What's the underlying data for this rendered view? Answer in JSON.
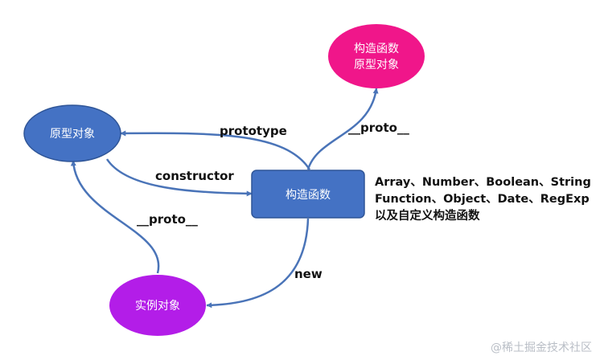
{
  "colors": {
    "edge": "#4a74b8",
    "blue_node": "#4472c4",
    "blue_node_border": "#2f5597",
    "pink_node": "#f0168a",
    "purple_node": "#b31de8",
    "watermark": "#b9bec6"
  },
  "nodes": {
    "prototype_object": {
      "label": "原型对象"
    },
    "constructor_fn": {
      "label": "构造函数"
    },
    "instance_object": {
      "label": "实例对象"
    },
    "ctor_prototype": {
      "line1": "构造函数",
      "line2": "原型对象"
    }
  },
  "edges": {
    "prototype": "prototype",
    "constructor": "constructor",
    "proto_instance": "__proto__",
    "proto_ctor": "__proto__",
    "new": "new"
  },
  "note": {
    "line1": "Array、Number、Boolean、String",
    "line2": "Function、Object、Date、RegExp",
    "line3": "以及自定义构造函数"
  },
  "watermark": {
    "icon": "at-icon",
    "text": "@稀土掘金技术社区"
  }
}
